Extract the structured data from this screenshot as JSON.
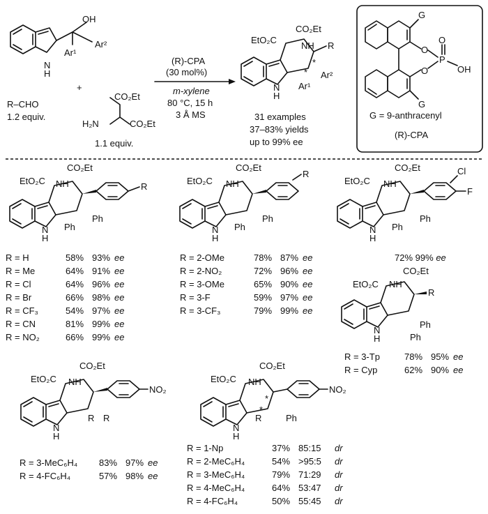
{
  "reaction": {
    "reagent_aldehyde": "R–CHO",
    "aldehyde_equiv": "1.2 equiv.",
    "plus": "+",
    "malonate_equiv": "1.1 equiv.",
    "catalyst": "(R)-CPA",
    "loading": "(30 mol%)",
    "solvent": "m-xylene",
    "temperature_time": "80 °C, 15 h",
    "additive": "3 Å MS",
    "examples": "31 examples",
    "yields": "37–83% yields",
    "ee_max": "up to 99% ee"
  },
  "catalyst_box": {
    "g_def": "G = 9-anthracenyl",
    "name": "(R)-CPA"
  },
  "labels": {
    "co2et": "CO₂Et",
    "eto2c": "EtO₂C",
    "nh": "NH",
    "n": "N",
    "h": "H",
    "oh": "OH",
    "ph": "Ph",
    "ar1": "Ar¹",
    "ar2": "Ar²",
    "r": "R",
    "g": "G",
    "o": "O",
    "p": "P",
    "cl": "Cl",
    "f": "F",
    "no2": "NO₂",
    "h2n": "H₂N"
  },
  "panels": {
    "p1": [
      {
        "r": "R = H",
        "yield": "58%",
        "ee": "93%"
      },
      {
        "r": "R = Me",
        "yield": "64%",
        "ee": "91%"
      },
      {
        "r": "R = Cl",
        "yield": "64%",
        "ee": "96%"
      },
      {
        "r": "R = Br",
        "yield": "66%",
        "ee": "98%"
      },
      {
        "r": "R = CF₃",
        "yield": "54%",
        "ee": "97%"
      },
      {
        "r": "R = CN",
        "yield": "81%",
        "ee": "99%"
      },
      {
        "r": "R = NO₂",
        "yield": "66%",
        "ee": "99%"
      }
    ],
    "p2": [
      {
        "r": "R = 2-OMe",
        "yield": "78%",
        "ee": "87%"
      },
      {
        "r": "R = 2-NO₂",
        "yield": "72%",
        "ee": "96%"
      },
      {
        "r": "R = 3-OMe",
        "yield": "65%",
        "ee": "90%"
      },
      {
        "r": "R = 3-F",
        "yield": "59%",
        "ee": "97%"
      },
      {
        "r": "R = 3-CF₃",
        "yield": "79%",
        "ee": "99%"
      }
    ],
    "p3": {
      "yield": "72%",
      "ee": "99%"
    },
    "p4": [
      {
        "r": "R = 3-Tp",
        "yield": "78%",
        "ee": "95%"
      },
      {
        "r": "R = Cyp",
        "yield": "62%",
        "ee": "90%"
      }
    ],
    "p5": [
      {
        "r": "R = 3-MeC₆H₄",
        "yield": "83%",
        "ee": "97%"
      },
      {
        "r": "R = 4-FC₆H₄",
        "yield": "57%",
        "ee": "98%"
      }
    ],
    "p6": [
      {
        "r": "R = 1-Np",
        "yield": "37%",
        "dr": "85:15"
      },
      {
        "r": "R = 2-MeC₆H₄",
        "yield": "54%",
        "dr": ">95:5"
      },
      {
        "r": "R = 3-MeC₆H₄",
        "yield": "79%",
        "dr": "71:29"
      },
      {
        "r": "R = 4-MeC₆H₄",
        "yield": "64%",
        "dr": "53:47"
      },
      {
        "r": "R = 4-FC₆H₄",
        "yield": "50%",
        "dr": "55:45"
      }
    ]
  },
  "units": {
    "ee": "ee",
    "dr": "dr"
  }
}
